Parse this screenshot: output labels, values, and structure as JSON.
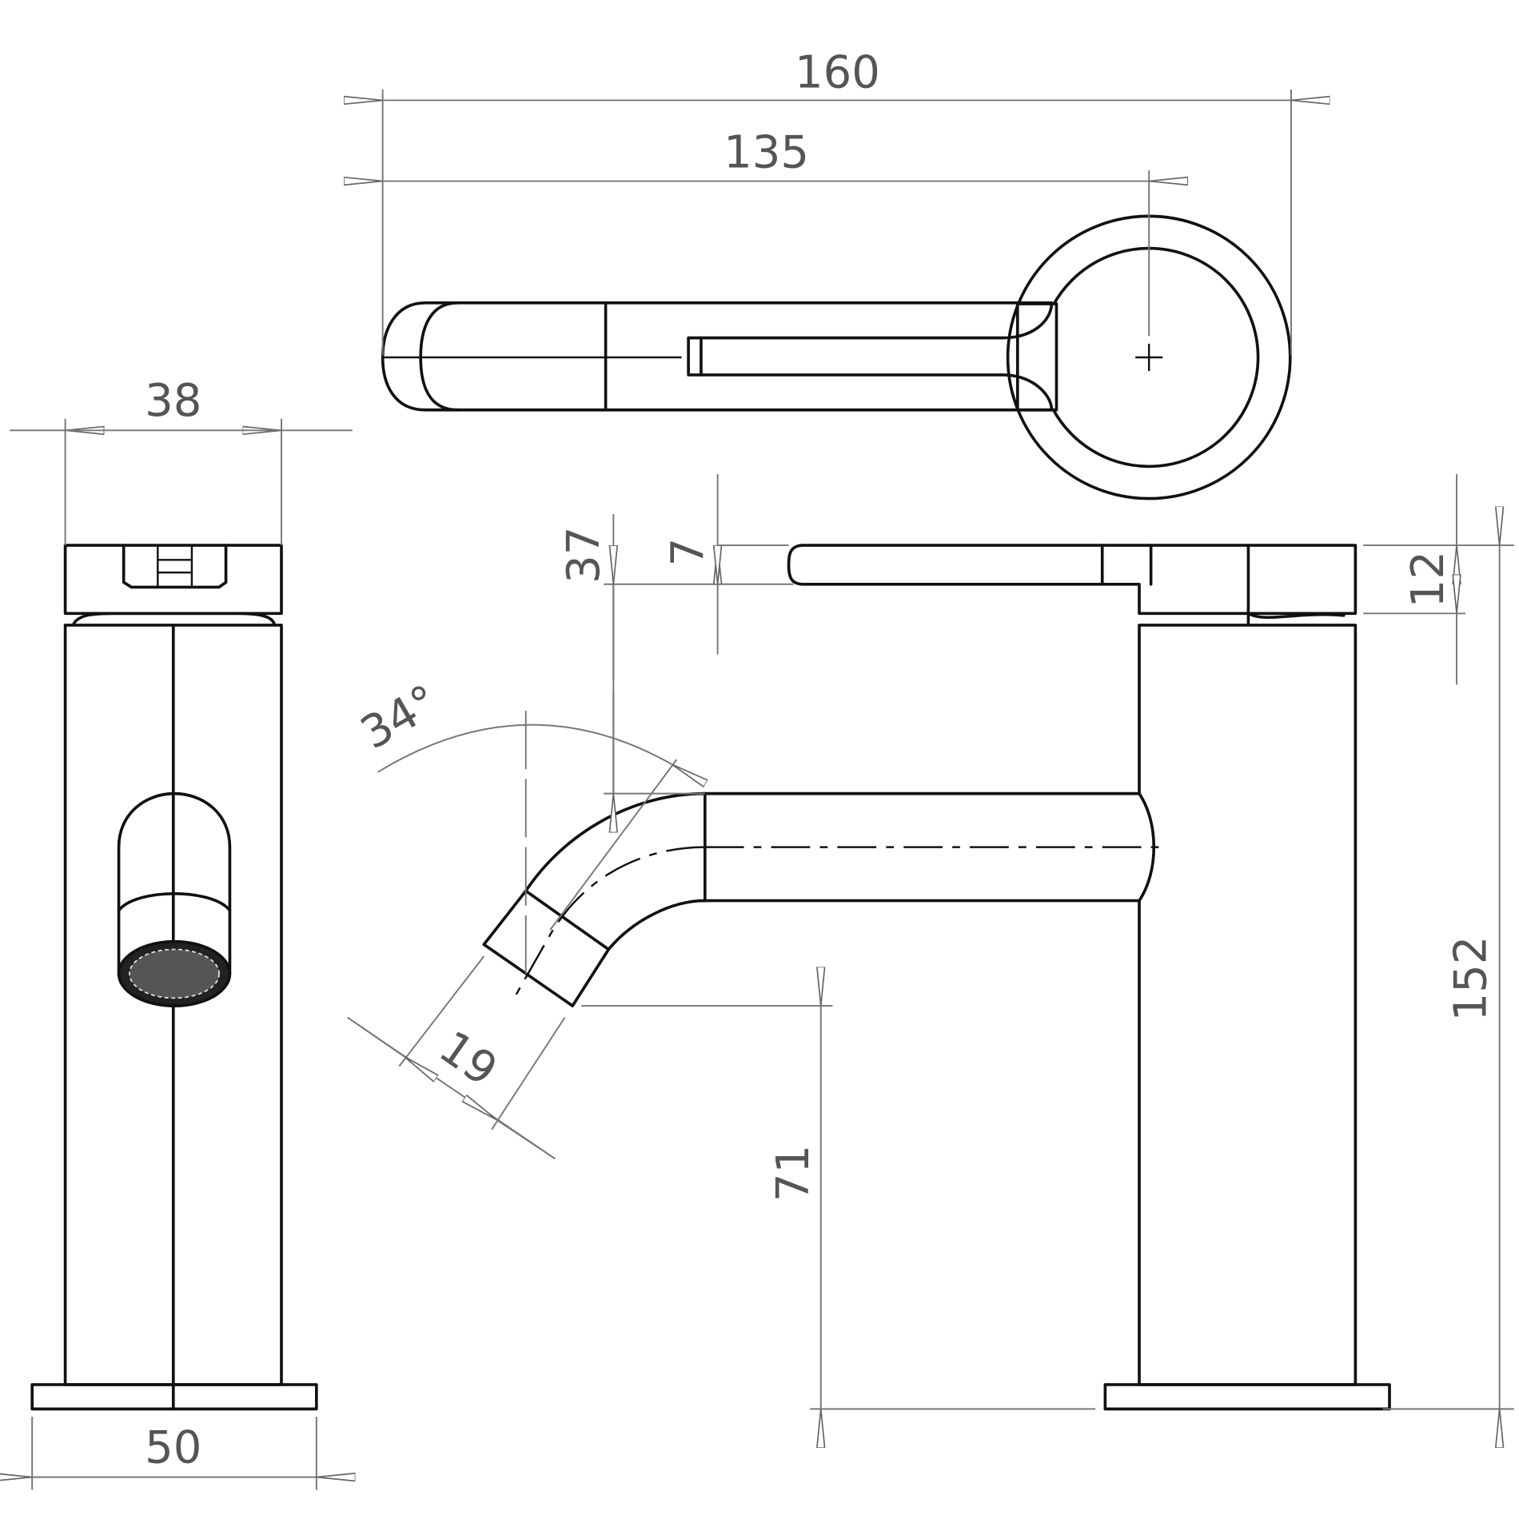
{
  "title": "Basin mixer technical drawing (mm)",
  "dimensions": {
    "overall_length": "160",
    "lever_to_center": "135",
    "cap_width": "38",
    "base_width": "50",
    "spout_to_lever": "37",
    "lever_thickness": "7",
    "handle_height": "12",
    "total_height": "152",
    "spout_clearance": "71",
    "spout_angle": "34°",
    "spout_outlet": "19"
  },
  "colors": {
    "line": "#111111",
    "dimension": "#777777",
    "text": "#555555"
  }
}
